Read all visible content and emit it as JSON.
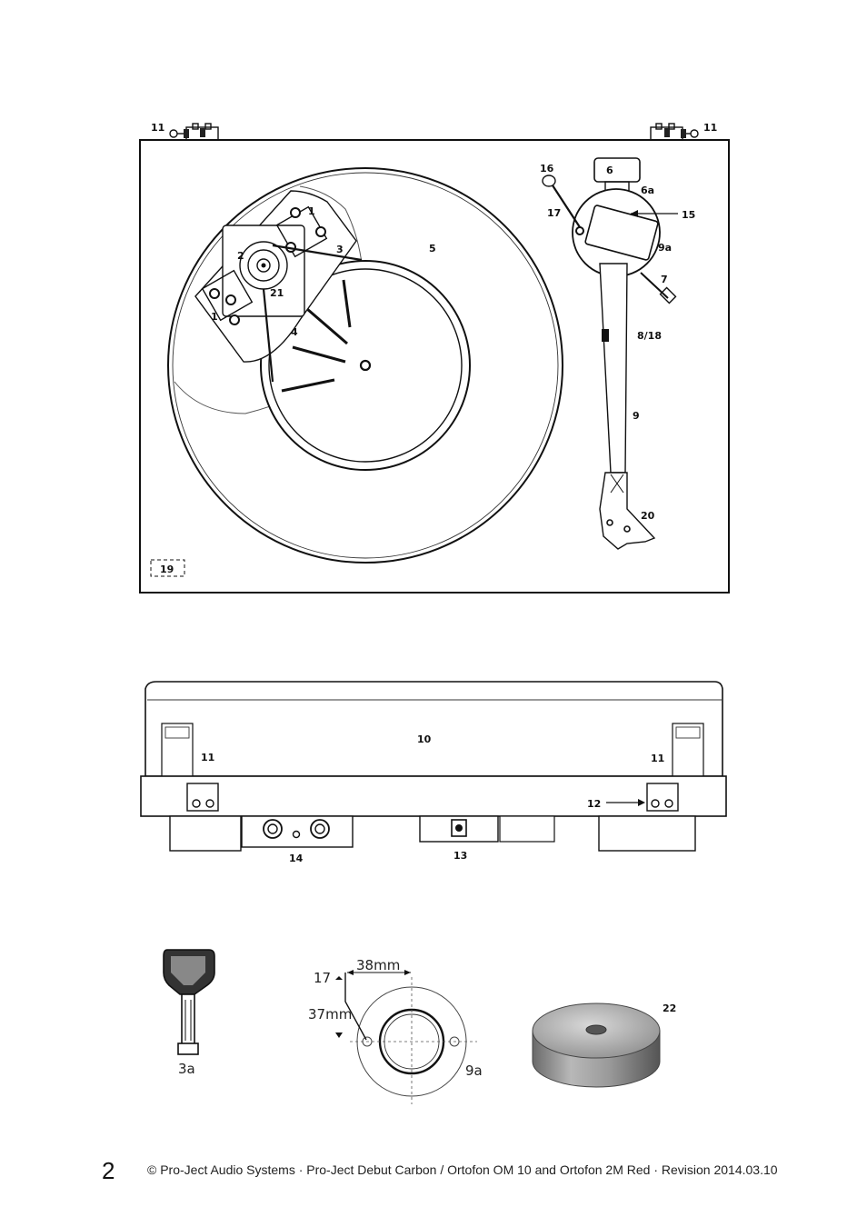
{
  "top_view": {
    "labels": {
      "hinge_left": "11",
      "hinge_right": "11",
      "motor_screw_top": "1",
      "motor_screw_bottom": "1",
      "motor_pulley": "2",
      "belt": "3",
      "sub_platter": "4",
      "platter": "5",
      "counterweight": "6",
      "counterweight_stub": "6a",
      "antiskate_weight": "16",
      "antiskate_thread": "17",
      "antiskate_stub": "15",
      "tonearm_base": "9a",
      "arm_lift": "7",
      "arm_rest": "8/18",
      "tonearm": "9",
      "headshell": "20",
      "motor_bearing": "21",
      "plinth_corner": "19"
    }
  },
  "rear_view": {
    "labels": {
      "dust_cover": "10",
      "hinge_left": "11",
      "hinge_right": "11",
      "hinge_screw": "12",
      "power_socket": "13",
      "rca_output": "14"
    }
  },
  "details": {
    "pulley_tool_label": "3a",
    "template_thread_label": "17",
    "template_width": "38mm",
    "template_height": "37mm",
    "template_base_label": "9a",
    "clamp_label": "22"
  },
  "footer": {
    "page_number": "2",
    "text": "© Pro-Ject Audio Systems · Pro-Ject Debut Carbon / Ortofon OM 10 and Ortofon 2M Red · Revision 2014.03.10"
  }
}
